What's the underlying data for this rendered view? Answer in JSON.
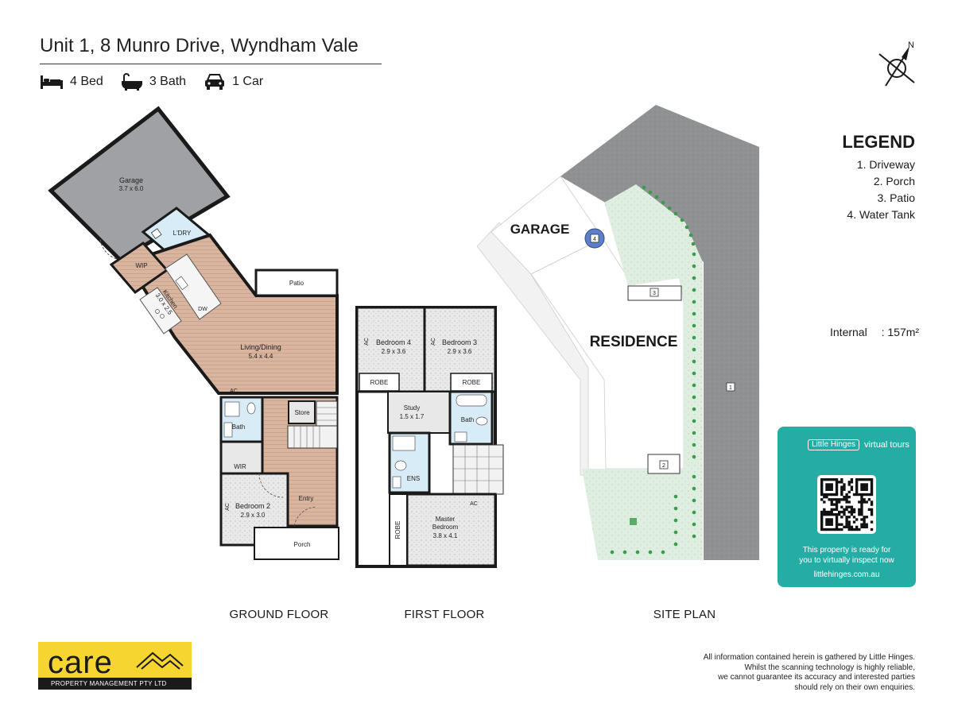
{
  "header": {
    "title": "Unit 1, 8 Munro Drive, Wyndham Vale",
    "stats": [
      {
        "icon": "bed-icon",
        "label": "4 Bed"
      },
      {
        "icon": "bath-icon",
        "label": "3 Bath"
      },
      {
        "icon": "car-icon",
        "label": "1 Car"
      }
    ]
  },
  "ground_floor": {
    "label": "GROUND FLOOR",
    "rooms": {
      "garage": {
        "name": "Garage",
        "dims": "3.7 x 6.0"
      },
      "laundry": {
        "name": "L'DRY"
      },
      "wip": {
        "name": "WIP"
      },
      "kitchen": {
        "name": "Kitchen",
        "dims": "3.0 x 2.5"
      },
      "dw": "DW",
      "patio": {
        "name": "Patio"
      },
      "living": {
        "name": "Living/Dining",
        "dims": "5.4 x 4.4"
      },
      "ac": "AC",
      "bath": {
        "name": "Bath"
      },
      "store": {
        "name": "Store"
      },
      "wir": {
        "name": "WIR"
      },
      "bedroom2": {
        "name": "Bedroom 2",
        "dims": "2.9 x 3.0"
      },
      "bedroom2_ac": "AC",
      "entry": {
        "name": "Entry"
      },
      "porch": {
        "name": "Porch"
      }
    }
  },
  "first_floor": {
    "label": "FIRST FLOOR",
    "rooms": {
      "bedroom4": {
        "name": "Bedroom 4",
        "dims": "2.9 x 3.6"
      },
      "bedroom3": {
        "name": "Bedroom 3",
        "dims": "2.9 x 3.6"
      },
      "ac": "AC",
      "robe": "ROBE",
      "study": {
        "name": "Study",
        "dims": "1.5 x 1.7"
      },
      "bath": {
        "name": "Bath"
      },
      "ens": {
        "name": "ENS"
      },
      "master": {
        "name": "Master",
        "name2": "Bedroom",
        "dims": "3.8 x 4.1"
      }
    }
  },
  "site_plan": {
    "label": "SITE PLAN",
    "garage": "GARAGE",
    "residence": "RESIDENCE",
    "markers": [
      "1",
      "2",
      "3",
      "4"
    ]
  },
  "compass": {
    "north": "N"
  },
  "legend": {
    "title": "LEGEND",
    "items": [
      "1. Driveway",
      "2. Porch",
      "3. Patio",
      "4. Water Tank"
    ]
  },
  "internal": {
    "label": "Internal",
    "value": ": 157m²"
  },
  "virtual_tour": {
    "brand_small": "Little Hinges",
    "brand_tag": "virtual tours",
    "message_line1": "This property is ready for",
    "message_line2": "you to virtually inspect now",
    "url": "littlehinges.com.au"
  },
  "agency": {
    "name": "care",
    "subtitle": "PROPERTY MANAGEMENT PTY LTD"
  },
  "disclaimer": [
    "All information contained herein is gathered by Little Hinges.",
    "Whilst the scanning technology is highly reliable,",
    "we cannot guarantee its accuracy and interested parties",
    "should rely on their own enquiries."
  ],
  "colors": {
    "garage_fill": "#9fa1a4",
    "wood_floor": "#d9b5a0",
    "wet_area": "#d7ecf7",
    "tiled_area": "#e8e8e8",
    "lawn": "#dfeee0",
    "lawn_dot": "#3a9a4e",
    "driveway": "#8f9193",
    "tank": "#5b80c9",
    "brand_yellow": "#f7d531",
    "card_teal": "#25ada5"
  }
}
